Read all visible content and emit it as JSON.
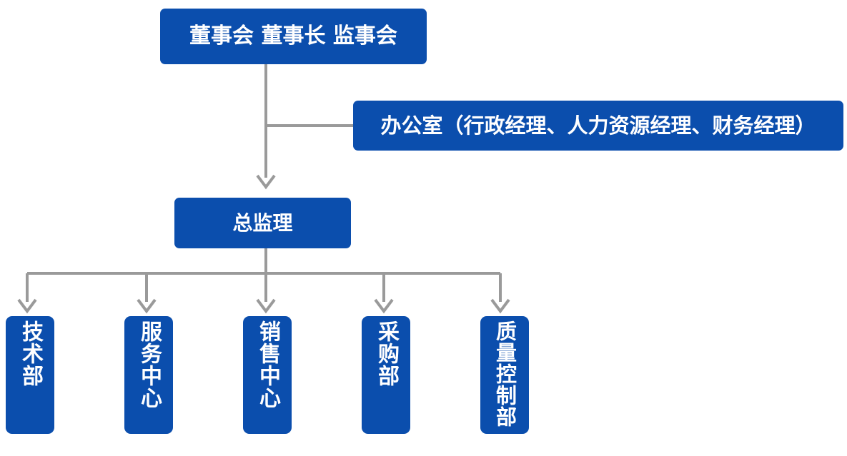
{
  "diagram": {
    "title": "Organizational Structure Chart",
    "colors": {
      "node_fill": "#0b4ead",
      "node_text": "#ffffff",
      "connector": "#9a9a9a",
      "background": "#ffffff"
    },
    "nodes": {
      "board": {
        "id": "board",
        "label": "董事会 董事长 监事会",
        "orientation": "horizontal"
      },
      "office": {
        "id": "office",
        "label": "办公室（行政经理、人力资源经理、财务经理）",
        "orientation": "horizontal"
      },
      "general_manager": {
        "id": "general-manager",
        "label": "总监理",
        "orientation": "horizontal"
      }
    },
    "departments": [
      {
        "id": "technology",
        "label": "技术部"
      },
      {
        "id": "service-center",
        "label": "服务中心"
      },
      {
        "id": "sales-center",
        "label": "销售中心"
      },
      {
        "id": "procurement",
        "label": "采购部"
      },
      {
        "id": "quality-control",
        "label": "质量控制部"
      }
    ],
    "connectors": {
      "board_to_gm": "vertical-arrow",
      "board_to_office": "horizontal-branch",
      "gm_to_departments": "bus-with-arrows"
    }
  }
}
